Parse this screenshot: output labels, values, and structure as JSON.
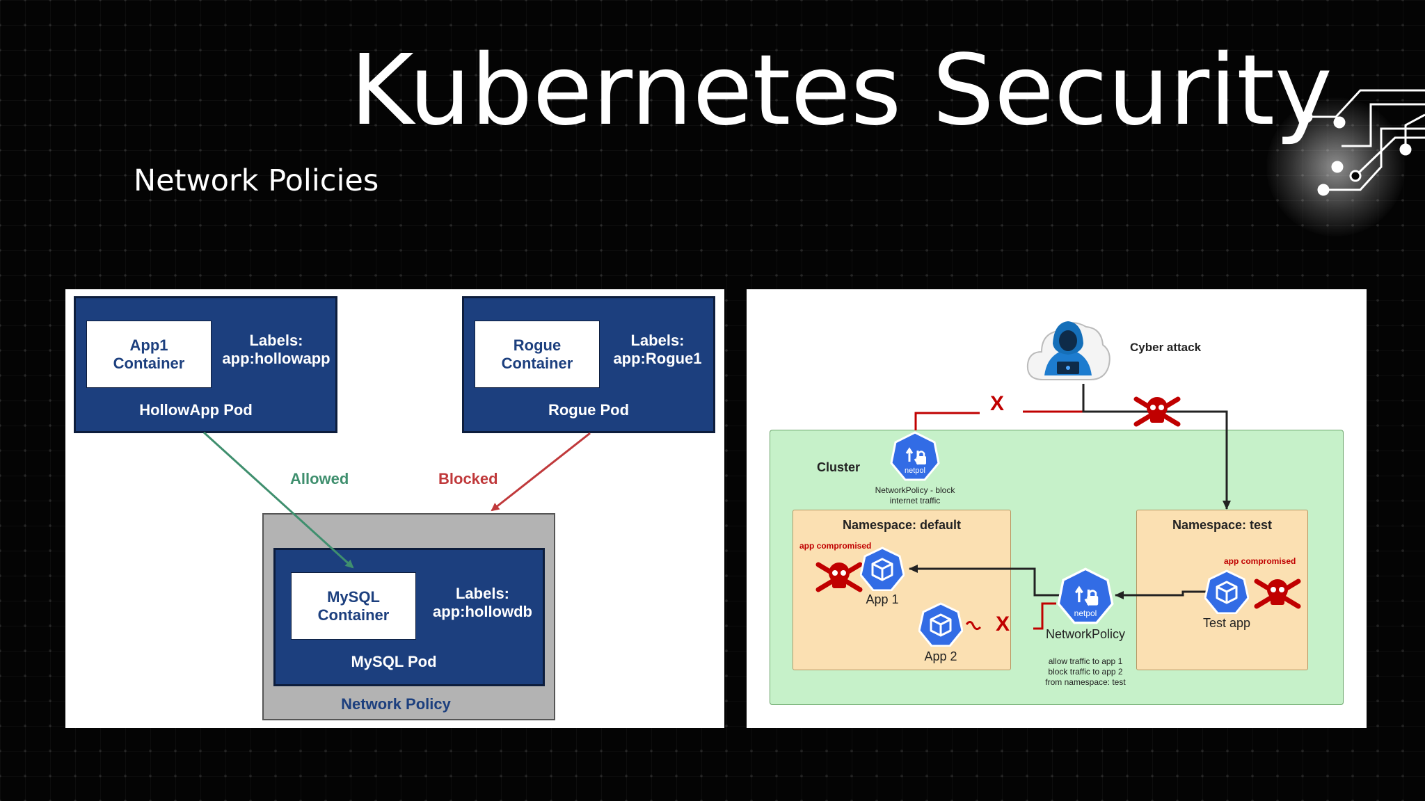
{
  "slide": {
    "title": "Kubernetes Security",
    "subtitle": "Network Policies"
  },
  "left_diagram": {
    "hollowapp_pod": {
      "container_line1": "App1",
      "container_line2": "Container",
      "labels_title": "Labels:",
      "labels_value": "app:hollowapp",
      "pod_name": "HollowApp Pod"
    },
    "rogue_pod": {
      "container_line1": "Rogue",
      "container_line2": "Container",
      "labels_title": "Labels:",
      "labels_value": "app:Rogue1",
      "pod_name": "Rogue Pod"
    },
    "mysql_pod": {
      "container_line1": "MySQL",
      "container_line2": "Container",
      "labels_title": "Labels:",
      "labels_value": "app:hollowdb",
      "pod_name": "MySQL Pod"
    },
    "policy_label": "Network Policy",
    "allowed_label": "Allowed",
    "blocked_label": "Blocked",
    "colors": {
      "pod": "#1c3f7e",
      "allowed": "#3f8f6e",
      "blocked": "#c0393b",
      "policy_bg": "#b3b3b3"
    }
  },
  "right_diagram": {
    "cyber_attack_label": "Cyber attack",
    "block_mark_top": "X",
    "block_mark_mid": "X",
    "cluster_label": "Cluster",
    "netpol_icon_label": "netpol",
    "netpol_top_caption_line1": "NetworkPolicy - block",
    "netpol_top_caption_line2": "internet traffic",
    "ns_default_label": "Namespace: default",
    "ns_test_label": "Namespace: test",
    "app_compromised_label": "app compromised",
    "app1_label": "App 1",
    "app2_label": "App 2",
    "test_app_label": "Test app",
    "networkpolicy_label": "NetworkPolicy",
    "np_caption_line1": "allow traffic to app 1",
    "np_caption_line2": "block traffic to app 2",
    "np_caption_line3": "from namespace: test",
    "colors": {
      "cluster_bg": "#c6f1c9",
      "namespace_bg": "#fbe0b2",
      "k8s_blue": "#326ce5",
      "danger": "#c00000"
    }
  }
}
